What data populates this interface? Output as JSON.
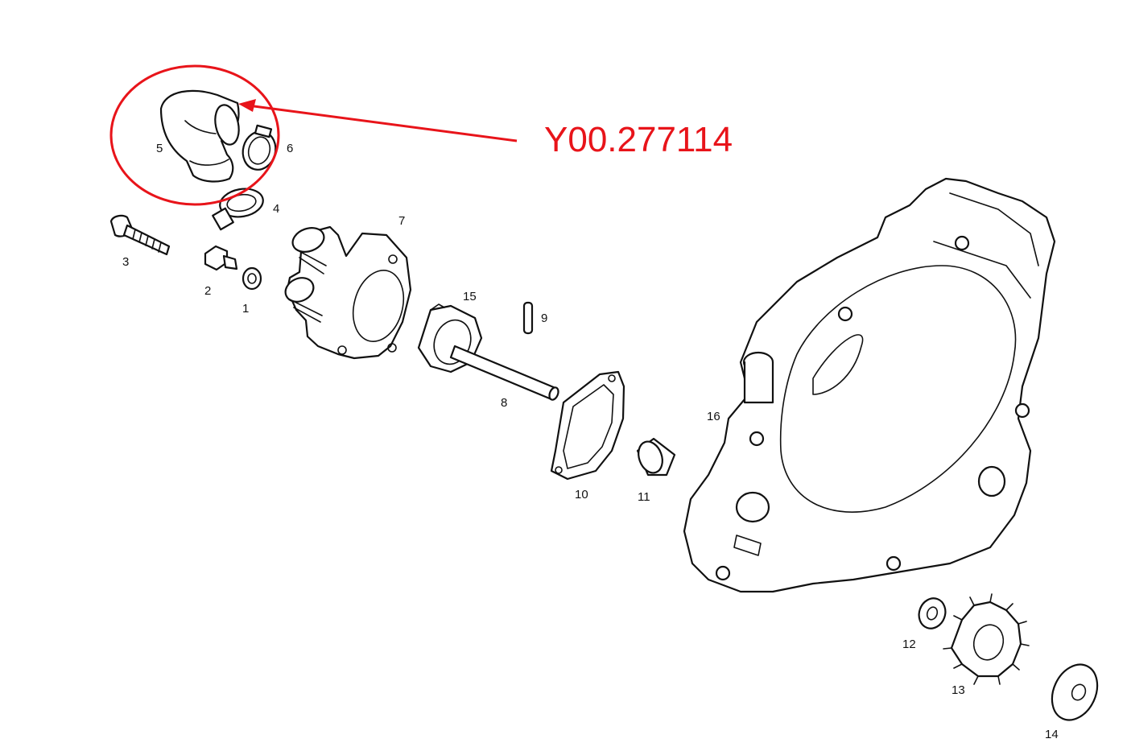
{
  "callout": {
    "part_code": "Y00.277114",
    "highlighted_part": "5",
    "color": "#e8141a"
  },
  "parts": [
    {
      "number": "1",
      "name": "washer"
    },
    {
      "number": "2",
      "name": "bolt"
    },
    {
      "number": "3",
      "name": "screw"
    },
    {
      "number": "4",
      "name": "hose-clamp"
    },
    {
      "number": "5",
      "name": "elbow-hose"
    },
    {
      "number": "6",
      "name": "hose-clamp"
    },
    {
      "number": "7",
      "name": "water-pump-cover"
    },
    {
      "number": "8",
      "name": "pump-shaft"
    },
    {
      "number": "9",
      "name": "pin"
    },
    {
      "number": "10",
      "name": "gasket"
    },
    {
      "number": "11",
      "name": "bushing"
    },
    {
      "number": "12",
      "name": "washer"
    },
    {
      "number": "13",
      "name": "gear"
    },
    {
      "number": "14",
      "name": "washer"
    },
    {
      "number": "15",
      "name": "impeller"
    },
    {
      "number": "16",
      "name": "clutch-cover"
    }
  ]
}
